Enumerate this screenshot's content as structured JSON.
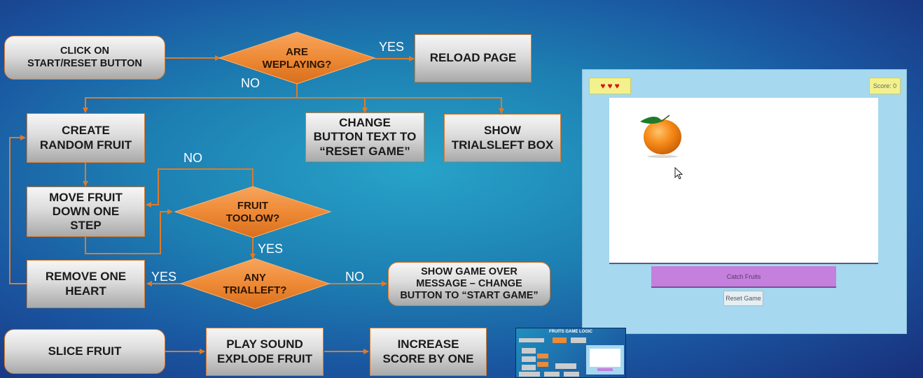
{
  "flowchart": {
    "start": "CLICK ON START/RESET BUTTON",
    "are_we_playing": [
      "ARE WE",
      "PLAYING?"
    ],
    "reload_page": "RELOAD PAGE",
    "change_button_text": [
      "CHANGE",
      "BUTTON TEXT TO",
      "“RESET GAME”"
    ],
    "show_trialsleft": [
      "SHOW",
      "TRIALSLEFT BOX"
    ],
    "create_fruit": [
      "CREATE",
      "RANDOM FRUIT"
    ],
    "move_fruit": [
      "MOVE FRUIT",
      "DOWN ONE",
      "STEP"
    ],
    "fruit_too_low": [
      "FRUIT TOO",
      "LOW?"
    ],
    "remove_heart": [
      "REMOVE ONE",
      "HEART"
    ],
    "any_trial_left": [
      "ANY TRIAL",
      "LEFT?"
    ],
    "game_over": [
      "SHOW GAME OVER",
      "MESSAGE – CHANGE",
      "BUTTON TO “START GAME”"
    ],
    "slice_fruit": "SLICE FRUIT",
    "play_sound": [
      "PLAY SOUND",
      "EXPLODE FRUIT"
    ],
    "increase_score": [
      "INCREASE",
      "SCORE BY ONE"
    ],
    "edge_labels": {
      "yes_reload": "YES",
      "no_playing": "NO",
      "no_loop": "NO",
      "yes_too_low": "YES",
      "yes_trial": "YES",
      "no_trial": "NO"
    }
  },
  "game_preview": {
    "hearts": [
      "♥",
      "♥",
      "♥"
    ],
    "score_label": "Score: 0",
    "instruction": "Catch Fruits",
    "reset_button": "Reset Game",
    "fruit_icon": "orange-icon",
    "colors": {
      "panel": "#a6d8ef",
      "score_bg": "#f3f18c",
      "instruction_bg": "#c57fdd",
      "heart": "#dd1111"
    }
  },
  "thumbnail": {
    "title": "FRUITS GAME LOGIC"
  },
  "colors": {
    "connector": "#e07a28",
    "diamond": "#ee8a36",
    "box_border": "#e07a28"
  }
}
